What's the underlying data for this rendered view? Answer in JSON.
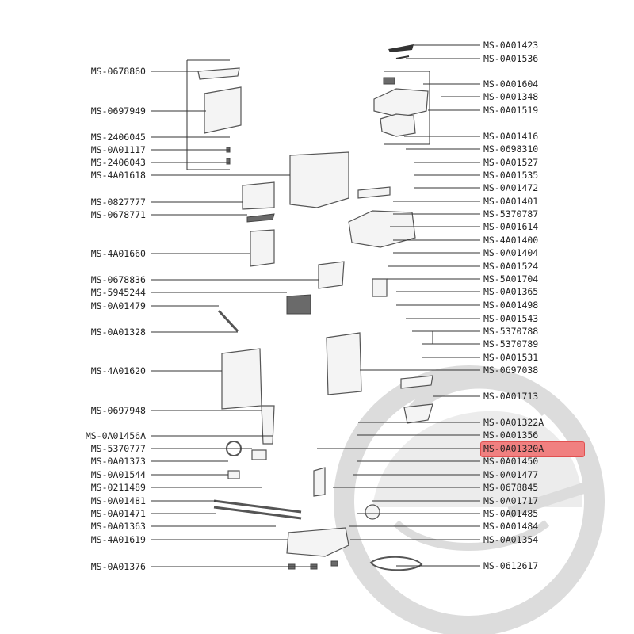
{
  "colors": {
    "line": "#333333",
    "part": "#555555",
    "watermark": "#dcdcdc",
    "highlight": "#f08080"
  },
  "highlighted_part": "MS-0A01320A",
  "left_labels": [
    "MS-0678860",
    "MS-0697949",
    "MS-2406045",
    "MS-0A01117",
    "MS-2406043",
    "MS-4A01618",
    "MS-0827777",
    "MS-0678771",
    "MS-4A01660",
    "MS-0678836",
    "MS-5945244",
    "MS-0A01479",
    "MS-0A01328",
    "MS-4A01620",
    "MS-0697948",
    "MS-0A01456A",
    "MS-5370777",
    "MS-0A01373",
    "MS-0A01544",
    "MS-0211489",
    "MS-0A01481",
    "MS-0A01471",
    "MS-0A01363",
    "MS-4A01619",
    "MS-0A01376"
  ],
  "right_labels": [
    "MS-0A01423",
    "MS-0A01536",
    "MS-0A01604",
    "MS-0A01348",
    "MS-0A01519",
    "MS-0A01416",
    "MS-0698310",
    "MS-0A01527",
    "MS-0A01535",
    "MS-0A01472",
    "MS-0A01401",
    "MS-5370787",
    "MS-0A01614",
    "MS-4A01400",
    "MS-0A01404",
    "MS-0A01524",
    "MS-5A01704",
    "MS-0A01365",
    "MS-0A01498",
    "MS-0A01543",
    "MS-5370788",
    "MS-5370789",
    "MS-0A01531",
    "MS-0697038",
    "MS-0A01713",
    "MS-0A01322A",
    "MS-0A01356",
    "MS-0A01320A",
    "MS-0A01450",
    "MS-0A01477",
    "MS-0678845",
    "MS-0A01717",
    "MS-0A01485",
    "MS-0A01484",
    "MS-0A01354",
    "MS-0612617"
  ]
}
